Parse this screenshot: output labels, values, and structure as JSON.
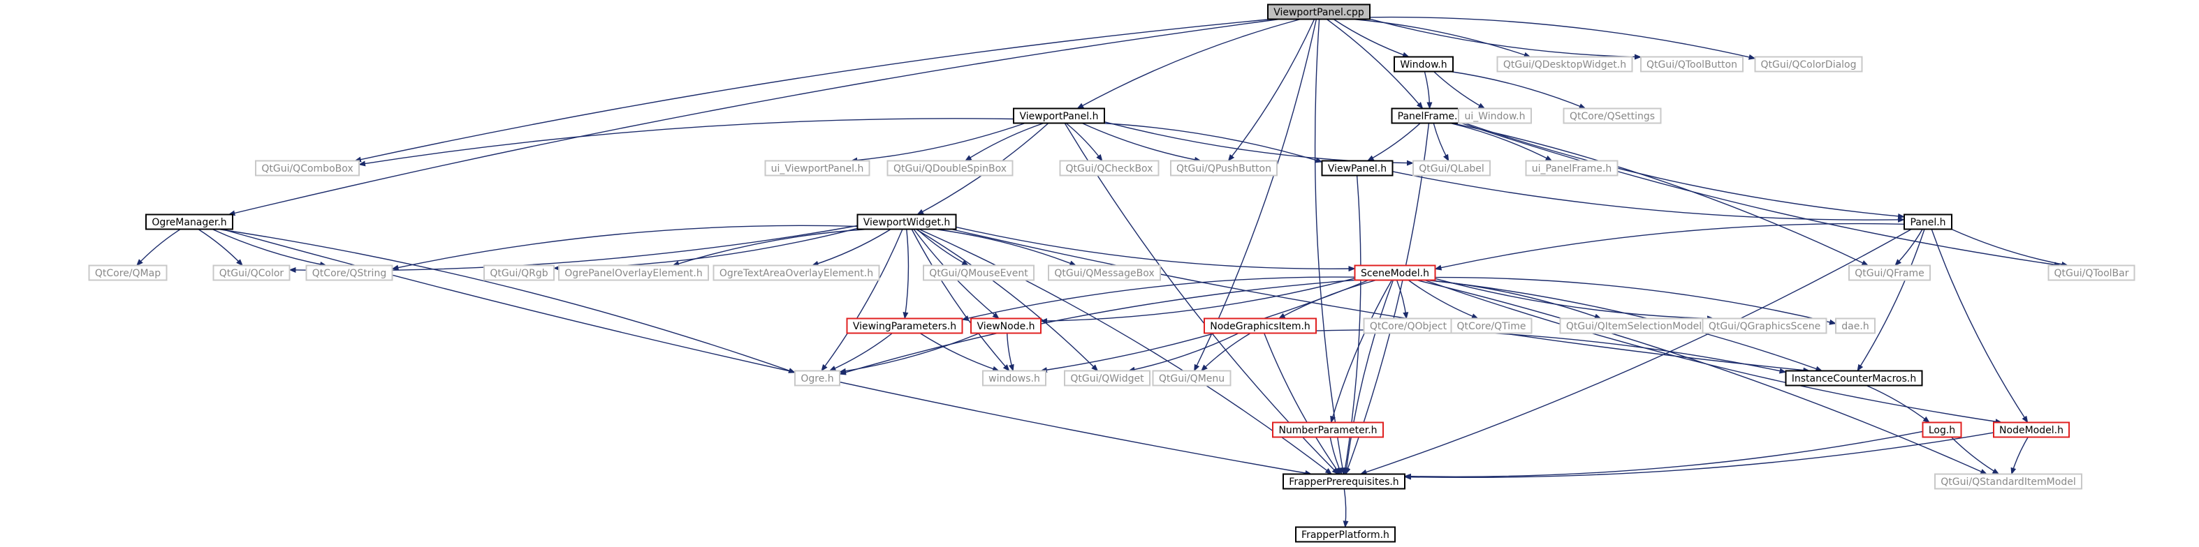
{
  "diagram": {
    "type": "include-dependency-graph",
    "colors": {
      "edge": "#1a2a6a",
      "node_normal_border": "#000000",
      "node_external_border": "#c8c8c8",
      "node_external_text": "#888888",
      "node_red_border": "#e02020",
      "node_root_fill": "#bfbfbf",
      "node_text": "#000000"
    },
    "nodes": [
      {
        "id": "viewportpanel_cpp",
        "label": "ViewportPanel.cpp",
        "kind": "root"
      },
      {
        "id": "window_h",
        "label": "Window.h",
        "kind": "normal"
      },
      {
        "id": "qdesktopwidget",
        "label": "QtGui/QDesktopWidget.h",
        "kind": "external"
      },
      {
        "id": "qtoolbutton",
        "label": "QtGui/QToolButton",
        "kind": "external"
      },
      {
        "id": "qcolordialog",
        "label": "QtGui/QColorDialog",
        "kind": "external"
      },
      {
        "id": "viewportpanel_h",
        "label": "ViewportPanel.h",
        "kind": "normal"
      },
      {
        "id": "panelframe_h",
        "label": "PanelFrame.h",
        "kind": "normal"
      },
      {
        "id": "ui_window",
        "label": "ui_Window.h",
        "kind": "external"
      },
      {
        "id": "qsettings",
        "label": "QtCore/QSettings",
        "kind": "external"
      },
      {
        "id": "qcombobox",
        "label": "QtGui/QComboBox",
        "kind": "external"
      },
      {
        "id": "ui_viewportpanel",
        "label": "ui_ViewportPanel.h",
        "kind": "external"
      },
      {
        "id": "qdoublespinbox",
        "label": "QtGui/QDoubleSpinBox",
        "kind": "external"
      },
      {
        "id": "qcheckbox",
        "label": "QtGui/QCheckBox",
        "kind": "external"
      },
      {
        "id": "qpushbutton",
        "label": "QtGui/QPushButton",
        "kind": "external"
      },
      {
        "id": "viewpanel_h",
        "label": "ViewPanel.h",
        "kind": "normal"
      },
      {
        "id": "qlabel",
        "label": "QtGui/QLabel",
        "kind": "external"
      },
      {
        "id": "ui_panelframe",
        "label": "ui_PanelFrame.h",
        "kind": "external"
      },
      {
        "id": "ogremanager_h",
        "label": "OgreManager.h",
        "kind": "normal"
      },
      {
        "id": "viewportwidget_h",
        "label": "ViewportWidget.h",
        "kind": "normal"
      },
      {
        "id": "panel_h",
        "label": "Panel.h",
        "kind": "normal"
      },
      {
        "id": "qmap",
        "label": "QtCore/QMap",
        "kind": "external"
      },
      {
        "id": "qcolor",
        "label": "QtGui/QColor",
        "kind": "external"
      },
      {
        "id": "qstring",
        "label": "QtCore/QString",
        "kind": "external"
      },
      {
        "id": "qrgb",
        "label": "QtGui/QRgb",
        "kind": "external"
      },
      {
        "id": "ogrepaneloverlay",
        "label": "OgrePanelOverlayElement.h",
        "kind": "external"
      },
      {
        "id": "ogretextareaoverlay",
        "label": "OgreTextAreaOverlayElement.h",
        "kind": "external"
      },
      {
        "id": "qmouseevent",
        "label": "QtGui/QMouseEvent",
        "kind": "external"
      },
      {
        "id": "qmessagebox",
        "label": "QtGui/QMessageBox",
        "kind": "external"
      },
      {
        "id": "scenemodel_h",
        "label": "SceneModel.h",
        "kind": "red"
      },
      {
        "id": "qframe",
        "label": "QtGui/QFrame",
        "kind": "external"
      },
      {
        "id": "qtoolbar",
        "label": "QtGui/QToolBar",
        "kind": "external"
      },
      {
        "id": "viewingparameters_h",
        "label": "ViewingParameters.h",
        "kind": "red"
      },
      {
        "id": "viewnode_h",
        "label": "ViewNode.h",
        "kind": "red"
      },
      {
        "id": "nodegraphicsitem_h",
        "label": "NodeGraphicsItem.h",
        "kind": "red"
      },
      {
        "id": "qobject",
        "label": "QtCore/QObject",
        "kind": "external"
      },
      {
        "id": "qtime",
        "label": "QtCore/QTime",
        "kind": "external"
      },
      {
        "id": "qitemselectionmodel",
        "label": "QtGui/QItemSelectionModel",
        "kind": "external"
      },
      {
        "id": "qgraphicsscene",
        "label": "QtGui/QGraphicsScene",
        "kind": "external"
      },
      {
        "id": "dae_h",
        "label": "dae.h",
        "kind": "external"
      },
      {
        "id": "ogre_h",
        "label": "Ogre.h",
        "kind": "external"
      },
      {
        "id": "windows_h",
        "label": "windows.h",
        "kind": "external"
      },
      {
        "id": "qwidget",
        "label": "QtGui/QWidget",
        "kind": "external"
      },
      {
        "id": "qmenu",
        "label": "QtGui/QMenu",
        "kind": "external"
      },
      {
        "id": "instancecountermacros_h",
        "label": "InstanceCounterMacros.h",
        "kind": "normal"
      },
      {
        "id": "numberparameter_h",
        "label": "NumberParameter.h",
        "kind": "red"
      },
      {
        "id": "log_h",
        "label": "Log.h",
        "kind": "red"
      },
      {
        "id": "nodemodel_h",
        "label": "NodeModel.h",
        "kind": "red"
      },
      {
        "id": "frapperprerequisites_h",
        "label": "FrapperPrerequisites.h",
        "kind": "normal"
      },
      {
        "id": "qstandarditemmodel",
        "label": "QtGui/QStandardItemModel",
        "kind": "external"
      },
      {
        "id": "frapperplatform_h",
        "label": "FrapperPlatform.h",
        "kind": "normal"
      }
    ],
    "edges": [
      [
        "viewportpanel_cpp",
        "window_h"
      ],
      [
        "viewportpanel_cpp",
        "qdesktopwidget"
      ],
      [
        "viewportpanel_cpp",
        "qtoolbutton"
      ],
      [
        "viewportpanel_cpp",
        "qcolordialog"
      ],
      [
        "viewportpanel_cpp",
        "viewportpanel_h"
      ],
      [
        "viewportpanel_cpp",
        "panelframe_h"
      ],
      [
        "viewportpanel_cpp",
        "qcombobox"
      ],
      [
        "viewportpanel_cpp",
        "qpushbutton"
      ],
      [
        "viewportpanel_cpp",
        "ogremanager_h"
      ],
      [
        "viewportpanel_cpp",
        "qmenu"
      ],
      [
        "viewportpanel_cpp",
        "frapperprerequisites_h"
      ],
      [
        "window_h",
        "panelframe_h"
      ],
      [
        "window_h",
        "ui_window"
      ],
      [
        "window_h",
        "qsettings"
      ],
      [
        "viewportpanel_h",
        "qcombobox"
      ],
      [
        "viewportpanel_h",
        "ui_viewportpanel"
      ],
      [
        "viewportpanel_h",
        "qdoublespinbox"
      ],
      [
        "viewportpanel_h",
        "qcheckbox"
      ],
      [
        "viewportpanel_h",
        "qpushbutton"
      ],
      [
        "viewportpanel_h",
        "viewpanel_h"
      ],
      [
        "viewportpanel_h",
        "qlabel"
      ],
      [
        "viewportpanel_h",
        "viewportwidget_h"
      ],
      [
        "viewportpanel_h",
        "frapperprerequisites_h"
      ],
      [
        "panelframe_h",
        "viewpanel_h"
      ],
      [
        "panelframe_h",
        "qlabel"
      ],
      [
        "panelframe_h",
        "ui_panelframe"
      ],
      [
        "panelframe_h",
        "panel_h"
      ],
      [
        "panelframe_h",
        "qframe"
      ],
      [
        "panelframe_h",
        "qtoolbar"
      ],
      [
        "panelframe_h",
        "frapperprerequisites_h"
      ],
      [
        "viewpanel_h",
        "panel_h"
      ],
      [
        "viewpanel_h",
        "frapperprerequisites_h"
      ],
      [
        "ogremanager_h",
        "qmap"
      ],
      [
        "ogremanager_h",
        "qcolor"
      ],
      [
        "ogremanager_h",
        "qstring"
      ],
      [
        "ogremanager_h",
        "ogre_h"
      ],
      [
        "ogremanager_h",
        "frapperprerequisites_h"
      ],
      [
        "viewportwidget_h",
        "qcolor"
      ],
      [
        "viewportwidget_h",
        "qstring"
      ],
      [
        "viewportwidget_h",
        "qrgb"
      ],
      [
        "viewportwidget_h",
        "ogrepaneloverlay"
      ],
      [
        "viewportwidget_h",
        "ogretextareaoverlay"
      ],
      [
        "viewportwidget_h",
        "qmouseevent"
      ],
      [
        "viewportwidget_h",
        "qmessagebox"
      ],
      [
        "viewportwidget_h",
        "scenemodel_h"
      ],
      [
        "viewportwidget_h",
        "viewingparameters_h"
      ],
      [
        "viewportwidget_h",
        "viewnode_h"
      ],
      [
        "viewportwidget_h",
        "ogre_h"
      ],
      [
        "viewportwidget_h",
        "windows_h"
      ],
      [
        "viewportwidget_h",
        "qwidget"
      ],
      [
        "viewportwidget_h",
        "instancecountermacros_h"
      ],
      [
        "viewportwidget_h",
        "frapperprerequisites_h"
      ],
      [
        "panel_h",
        "scenemodel_h"
      ],
      [
        "panel_h",
        "qframe"
      ],
      [
        "panel_h",
        "qtoolbar"
      ],
      [
        "panel_h",
        "instancecountermacros_h"
      ],
      [
        "panel_h",
        "nodemodel_h"
      ],
      [
        "panel_h",
        "frapperprerequisites_h"
      ],
      [
        "scenemodel_h",
        "viewingparameters_h"
      ],
      [
        "scenemodel_h",
        "viewnode_h"
      ],
      [
        "scenemodel_h",
        "nodegraphicsitem_h"
      ],
      [
        "scenemodel_h",
        "qobject"
      ],
      [
        "scenemodel_h",
        "qtime"
      ],
      [
        "scenemodel_h",
        "qitemselectionmodel"
      ],
      [
        "scenemodel_h",
        "qgraphicsscene"
      ],
      [
        "scenemodel_h",
        "dae_h"
      ],
      [
        "scenemodel_h",
        "ogre_h"
      ],
      [
        "scenemodel_h",
        "windows_h"
      ],
      [
        "scenemodel_h",
        "numberparameter_h"
      ],
      [
        "scenemodel_h",
        "instancecountermacros_h"
      ],
      [
        "scenemodel_h",
        "nodemodel_h"
      ],
      [
        "scenemodel_h",
        "qstandarditemmodel"
      ],
      [
        "scenemodel_h",
        "frapperprerequisites_h"
      ],
      [
        "viewingparameters_h",
        "ogre_h"
      ],
      [
        "viewingparameters_h",
        "windows_h"
      ],
      [
        "viewnode_h",
        "ogre_h"
      ],
      [
        "viewnode_h",
        "windows_h"
      ],
      [
        "nodegraphicsitem_h",
        "qwidget"
      ],
      [
        "nodegraphicsitem_h",
        "qmenu"
      ],
      [
        "nodegraphicsitem_h",
        "instancecountermacros_h"
      ],
      [
        "nodegraphicsitem_h",
        "frapperprerequisites_h"
      ],
      [
        "instancecountermacros_h",
        "log_h"
      ],
      [
        "numberparameter_h",
        "frapperprerequisites_h"
      ],
      [
        "log_h",
        "frapperprerequisites_h"
      ],
      [
        "log_h",
        "qstandarditemmodel"
      ],
      [
        "nodemodel_h",
        "frapperprerequisites_h"
      ],
      [
        "nodemodel_h",
        "qstandarditemmodel"
      ],
      [
        "frapperprerequisites_h",
        "frapperplatform_h"
      ]
    ]
  }
}
